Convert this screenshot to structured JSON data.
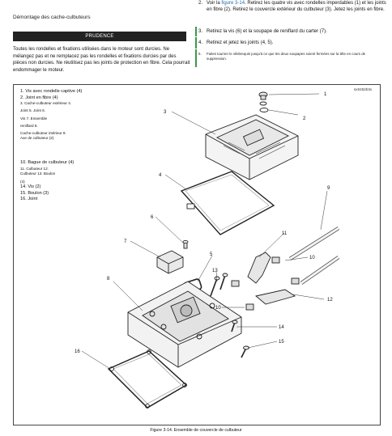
{
  "header": {
    "section_title": "Démontage des cache-culbuteurs"
  },
  "caution": {
    "label": "PRUDENCE",
    "text": "Toutes les rondelles et fixations utilisées dans le moteur sont durcies. Ne mélangez pas et ne remplacez pas les rondelles et fixations durcies par des pièces non durcies. Ne réutilisez pas les joints de protection en fibre. Cela pourrait endommager le moteur."
  },
  "steps": [
    {
      "num": "2.",
      "pre": "Voir la ",
      "link": "figure 3-14",
      "post": ". Retirez les quatre vis avec rondelles imperdables (1) et les joints en fibre (2). Retirez le couvercle extérieur du culbuteur (3). Jetez les joints en fibre."
    },
    {
      "num": "3.",
      "text": "Retirez la vis (6) et la soupape de reniflard du carter (7)."
    },
    {
      "num": "4.",
      "text": "Retirez et jetez les joints (4, 5)."
    },
    {
      "num": "5.",
      "text": "Faites tourner le vilebrequin jusqu'à ce que les deux soupapes soient fermées sur la tête en cours de suppression."
    }
  ],
  "figure": {
    "id": "sx0452b3x",
    "caption": "Figure 3-14. Ensemble de couvercle de culbuteur",
    "legend_a": [
      {
        "text": "1. Vis avec rondelle captive (4)",
        "small": false
      },
      {
        "text": "2. Joint en fibre (4)",
        "small": false
      },
      {
        "text": "3. Cache-culbuteur extérieur 4.",
        "small": true
      },
      {
        "text": "Joint 5. Joint 6.",
        "small": true
      },
      {
        "text": "Vis 7. Ensemble",
        "small": true
      },
      {
        "text": "reniflard 8.",
        "small": true
      },
      {
        "text": "Cache-culbuteur intérieur 9.",
        "small": true
      },
      {
        "text": "Axe de culbuteur (2)",
        "small": true
      }
    ],
    "legend_b": [
      {
        "text": "10. Bague de culbuteur (4)",
        "small": false
      },
      {
        "text": "11. Culbuteur 12.",
        "small": true
      },
      {
        "text": "Culbuteur 13. Boulon",
        "small": true
      },
      {
        "text": "(4)",
        "small": true
      },
      {
        "text": "14. Vis (2)",
        "small": false
      },
      {
        "text": "15. Boulon (3)",
        "small": false
      },
      {
        "text": "16. Joint",
        "small": false
      }
    ],
    "callouts": [
      "1",
      "2",
      "3",
      "4",
      "6",
      "7",
      "5",
      "13",
      "8",
      "11",
      "9",
      "10",
      "12",
      "10",
      "14",
      "15",
      "16"
    ]
  },
  "colors": {
    "caution_bar": "#222222",
    "link": "#2a6cb0",
    "step_bar": "#3c9a4a"
  }
}
